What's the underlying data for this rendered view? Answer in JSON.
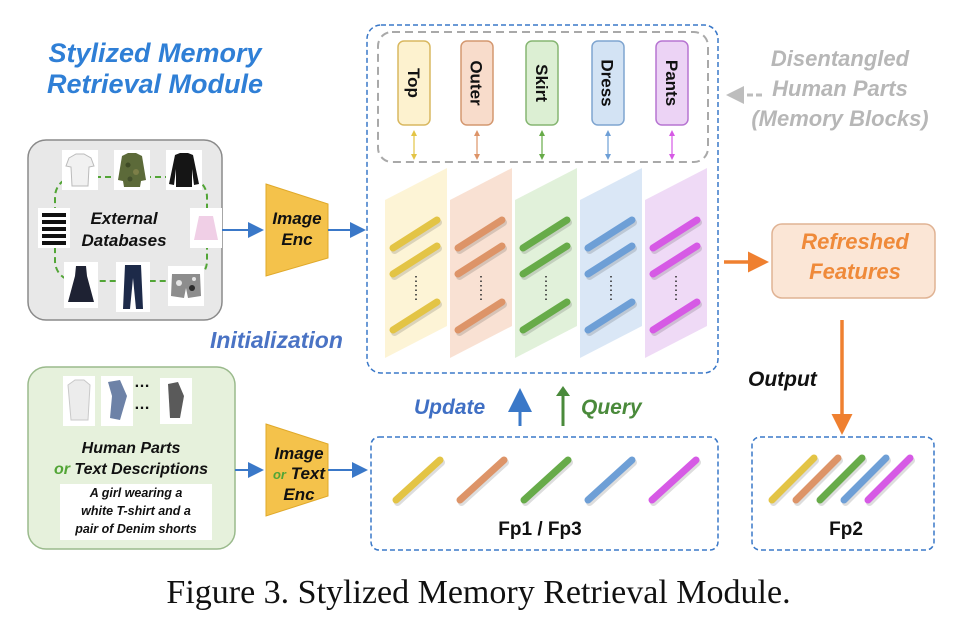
{
  "title_lines": [
    "Stylized Memory",
    "Retrieval Module"
  ],
  "external_db_lines": [
    "External",
    "Databases"
  ],
  "image_enc_lines": [
    "Image",
    "Enc"
  ],
  "image_or_text_enc": {
    "line1": "Image",
    "or_word": "or",
    "line2": "Text",
    "line3": "Enc"
  },
  "human_parts": {
    "line1": "Human Parts",
    "or_word": "or",
    "line2": "Text Descriptions"
  },
  "description_lines": [
    "A girl wearing a",
    "white T-shirt and a",
    "pair of Denim shorts"
  ],
  "ellipsis": "…",
  "memory_blocks": [
    {
      "label": "Top",
      "fill": "#fdf2cf",
      "border": "#d9b860",
      "bar": "#e3c445"
    },
    {
      "label": "Outer",
      "fill": "#f8dccb",
      "border": "#d49870",
      "bar": "#dd9468"
    },
    {
      "label": "Skirt",
      "fill": "#dcefd3",
      "border": "#86b672",
      "bar": "#67ab49"
    },
    {
      "label": "Dress",
      "fill": "#d3e3f4",
      "border": "#7fa5d0",
      "bar": "#6e9fd6"
    },
    {
      "label": "Pants",
      "fill": "#ecd3f5",
      "border": "#b775d2",
      "bar": "#d65ae5"
    }
  ],
  "disentangled_lines": [
    "Disentangled",
    "Human Parts",
    "(Memory Blocks)"
  ],
  "initialization_label": "Initialization",
  "update_label": "Update",
  "query_label": "Query",
  "refreshed_lines": [
    "Refreshed",
    "Features"
  ],
  "output_label": "Output",
  "fp13_label": "Fp1 / Fp3",
  "fp2_label": "Fp2",
  "caption": "Figure 3. Stylized Memory Retrieval Module.",
  "colors": {
    "blue": "#3a78c8",
    "orange": "#ef8030",
    "green": "#4a8a3b",
    "trapezoid": "#f4c24b",
    "gray_box": "#e8e8e8",
    "green_box": "#e6f1dc"
  }
}
